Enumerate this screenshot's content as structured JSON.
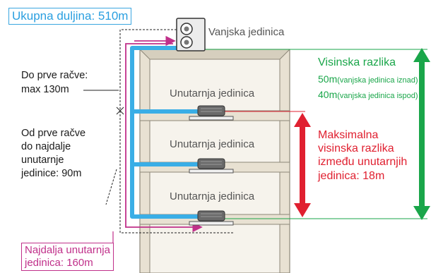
{
  "labels": {
    "total_length": "Ukupna duljina: 510m",
    "outdoor_unit": "Vanjska jedinica",
    "indoor_unit_1": "Unutarnja jedinica",
    "indoor_unit_2": "Unutarnja jedinica",
    "indoor_unit_3": "Unutarnja jedinica",
    "to_first_branch": [
      "Do prve račve:",
      "max 130m"
    ],
    "from_first_branch": [
      "Od prve račve",
      "do najdalje",
      "unutarnje",
      "jedinice: 90m"
    ],
    "farthest_indoor": [
      "Najdalja unutarnja",
      "jedinica: 160m"
    ],
    "height_diff_title": "Visinska razlika",
    "height_above_value": "50m",
    "height_above_note": "(vanjska jedinica iznad)",
    "height_below_value": "40m",
    "height_below_note": "(vanjska jedinica ispod)",
    "max_indoor_diff": [
      "Maksimalna",
      "visinska razlika",
      "između unutarnjih",
      "jedinica: 18m"
    ]
  },
  "colors": {
    "pipe": "#3aaee6",
    "route_magenta": "#c0308a",
    "green_arrow": "#1aa64a",
    "red_arrow": "#e02030",
    "building": "#e8e1d2"
  }
}
